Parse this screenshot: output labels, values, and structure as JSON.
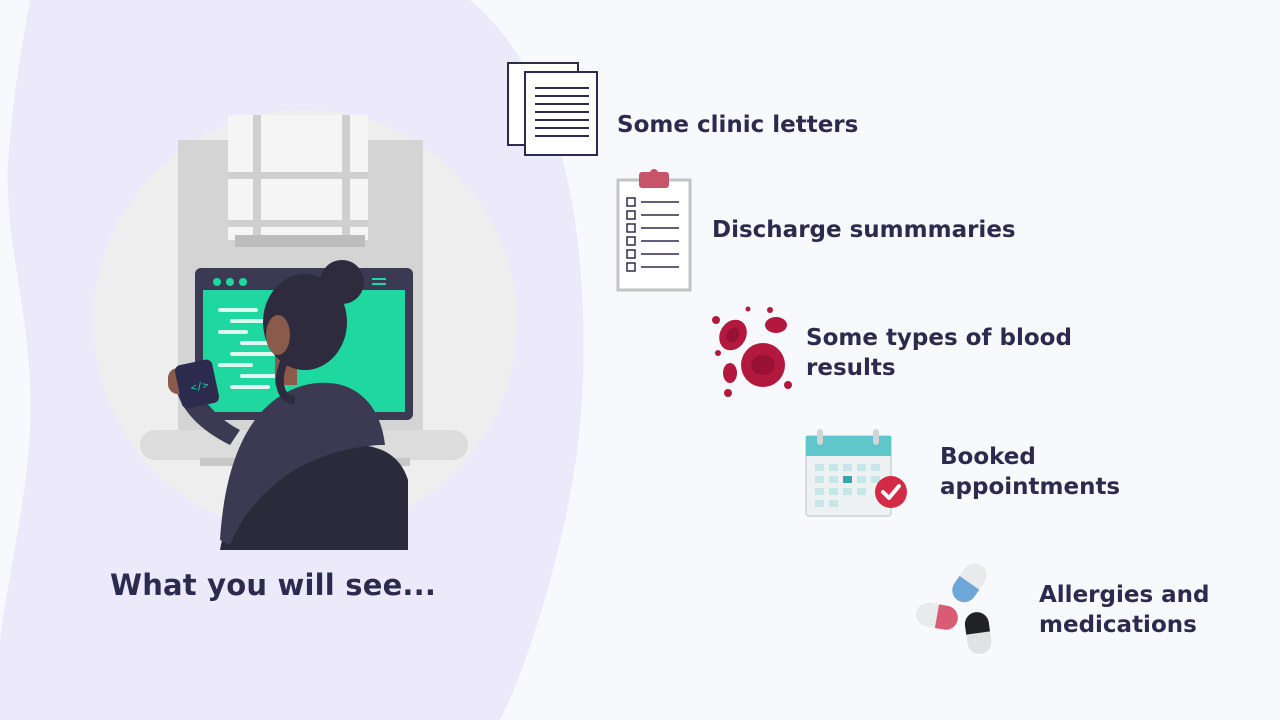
{
  "caption": "What you will see...",
  "items": [
    {
      "label": "Some clinic letters",
      "icon": "documents-icon"
    },
    {
      "label": "Discharge summmaries",
      "icon": "clipboard-checklist-icon"
    },
    {
      "label_line1": "Some types of blood",
      "label_line2": "results",
      "icon": "blood-cells-icon"
    },
    {
      "label_line1": "Booked",
      "label_line2": "appointments",
      "icon": "calendar-check-icon"
    },
    {
      "label_line1": "Allergies and",
      "label_line2": "medications",
      "icon": "pills-icon"
    }
  ],
  "colors": {
    "background": "#f8f9fc",
    "blob": "#ece9fb",
    "text": "#2d2b4d",
    "screen": "#1ed8a0",
    "accent_red": "#c8234a",
    "calendar_teal": "#5fc6c9"
  }
}
